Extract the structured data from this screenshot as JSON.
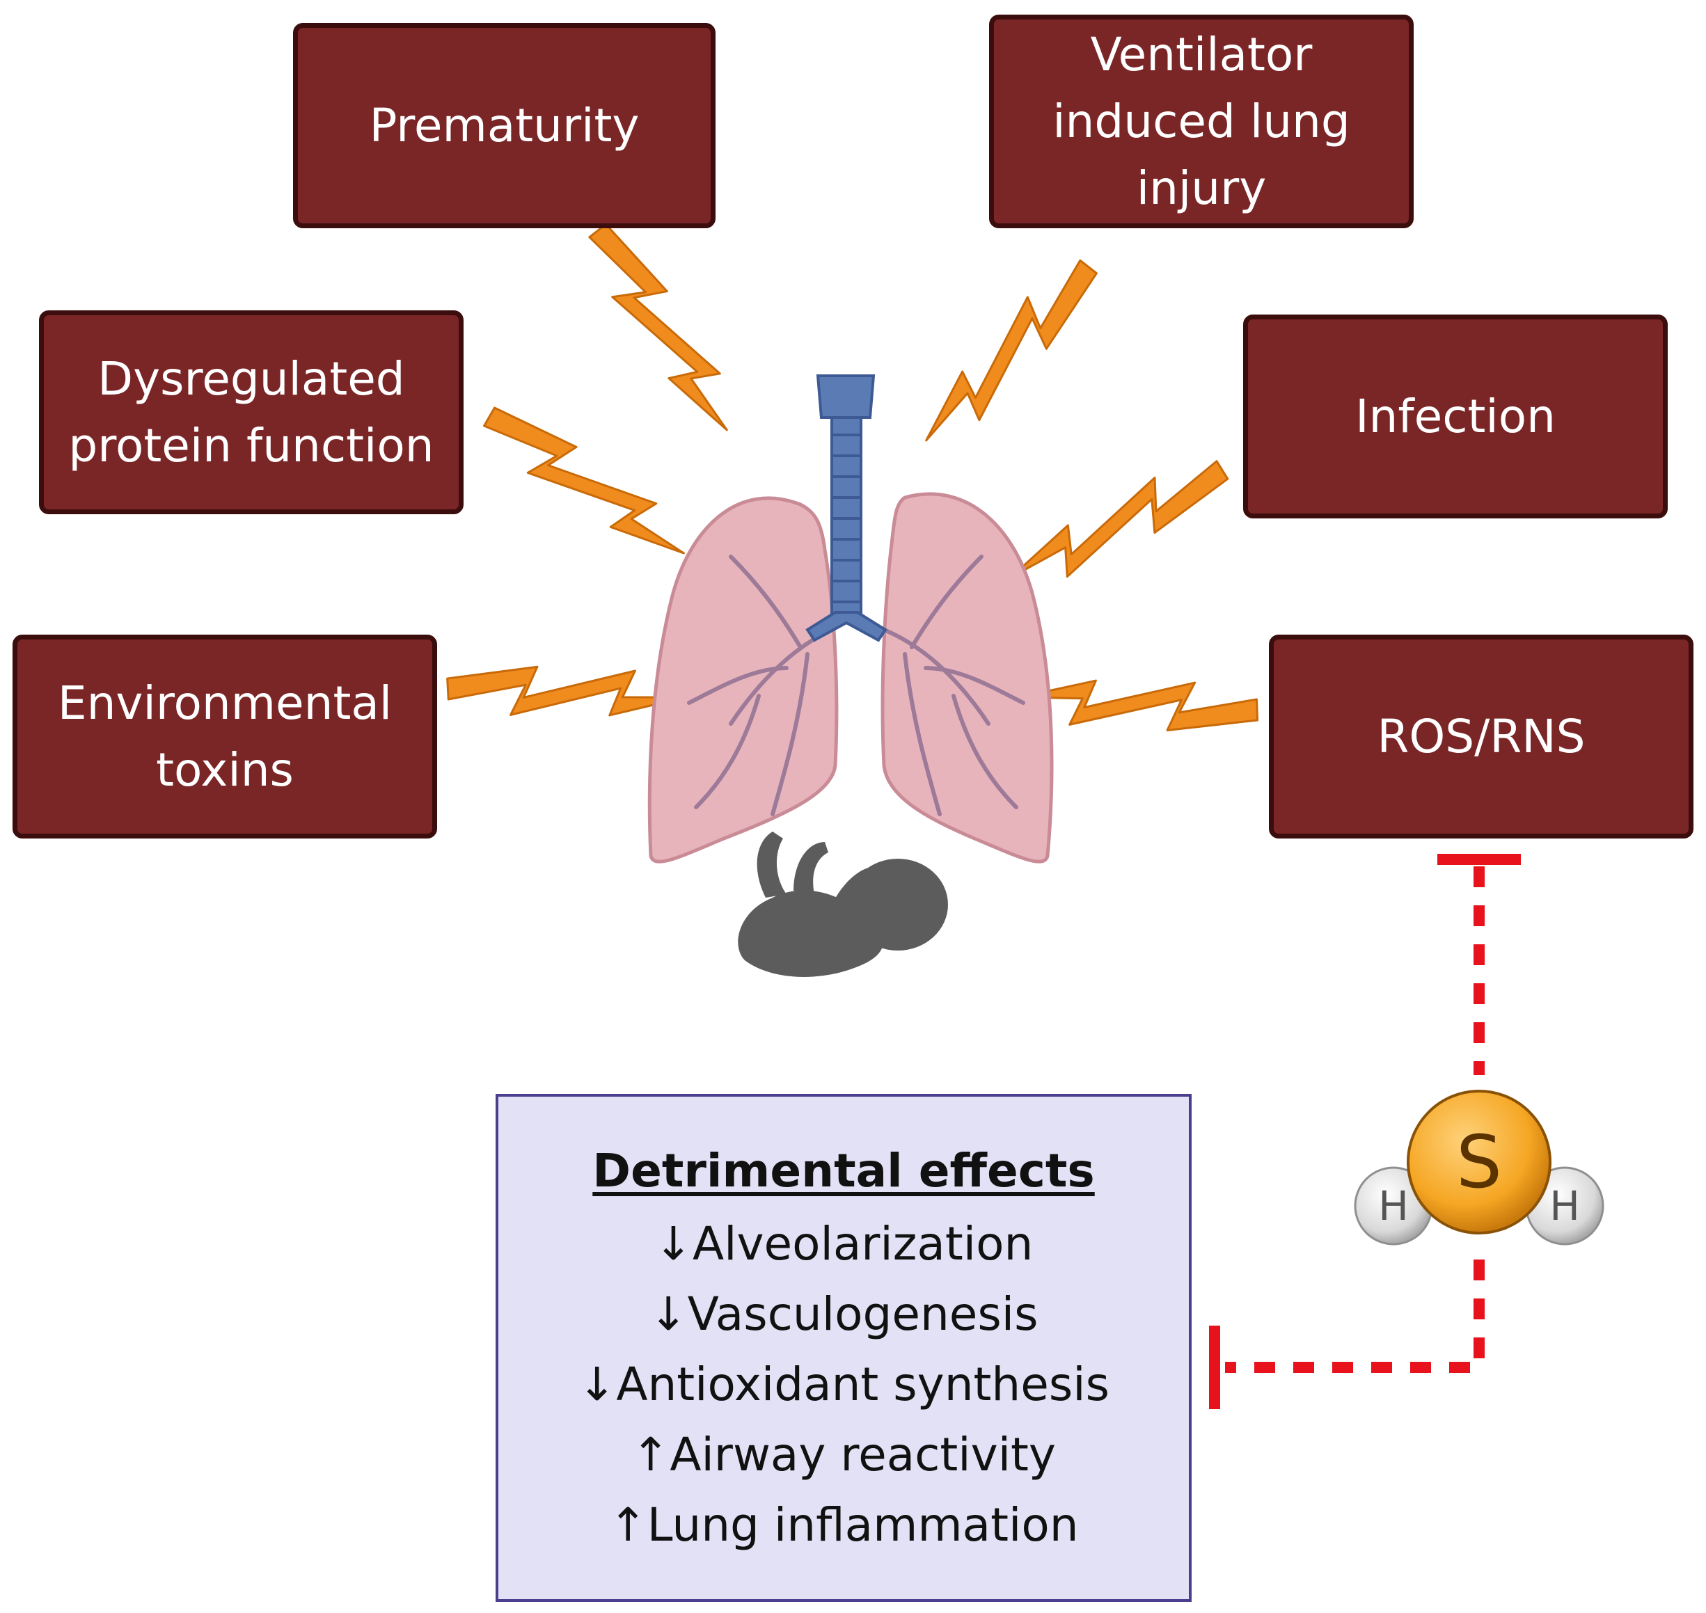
{
  "causes": [
    {
      "id": "prematurity",
      "label": "Prematurity"
    },
    {
      "id": "ventilator",
      "label": "Ventilator\ninduced lung\ninjury"
    },
    {
      "id": "dysregulated",
      "label": "Dysregulated\nprotein function"
    },
    {
      "id": "infection",
      "label": "Infection"
    },
    {
      "id": "environmental",
      "label": "Environmental\ntoxins"
    },
    {
      "id": "ros",
      "label": "ROS/RNS"
    }
  ],
  "effects": {
    "title": "Detrimental effects",
    "items": [
      "↓Alveolarization",
      "↓Vasculogenesis",
      "↓Antioxidant synthesis",
      "↑Airway reactivity",
      "↑Lung inflammation"
    ]
  },
  "molecule": {
    "center_atom": "S",
    "left_atom": "H",
    "right_atom": "H"
  },
  "colors": {
    "box_fill": "#7a2526",
    "box_border": "#3b0d0d",
    "bolt": "#f08c1e",
    "lung": "#e8b4bc",
    "trachea": "#5b7bb5",
    "fetus": "#5c5c5c",
    "inhibit_line": "#e8121c",
    "sulfur": "#f5a623",
    "hydrogen": "#d9d9d9",
    "effects_fill": "#e3e1f5",
    "effects_border": "#4a3f8c"
  }
}
